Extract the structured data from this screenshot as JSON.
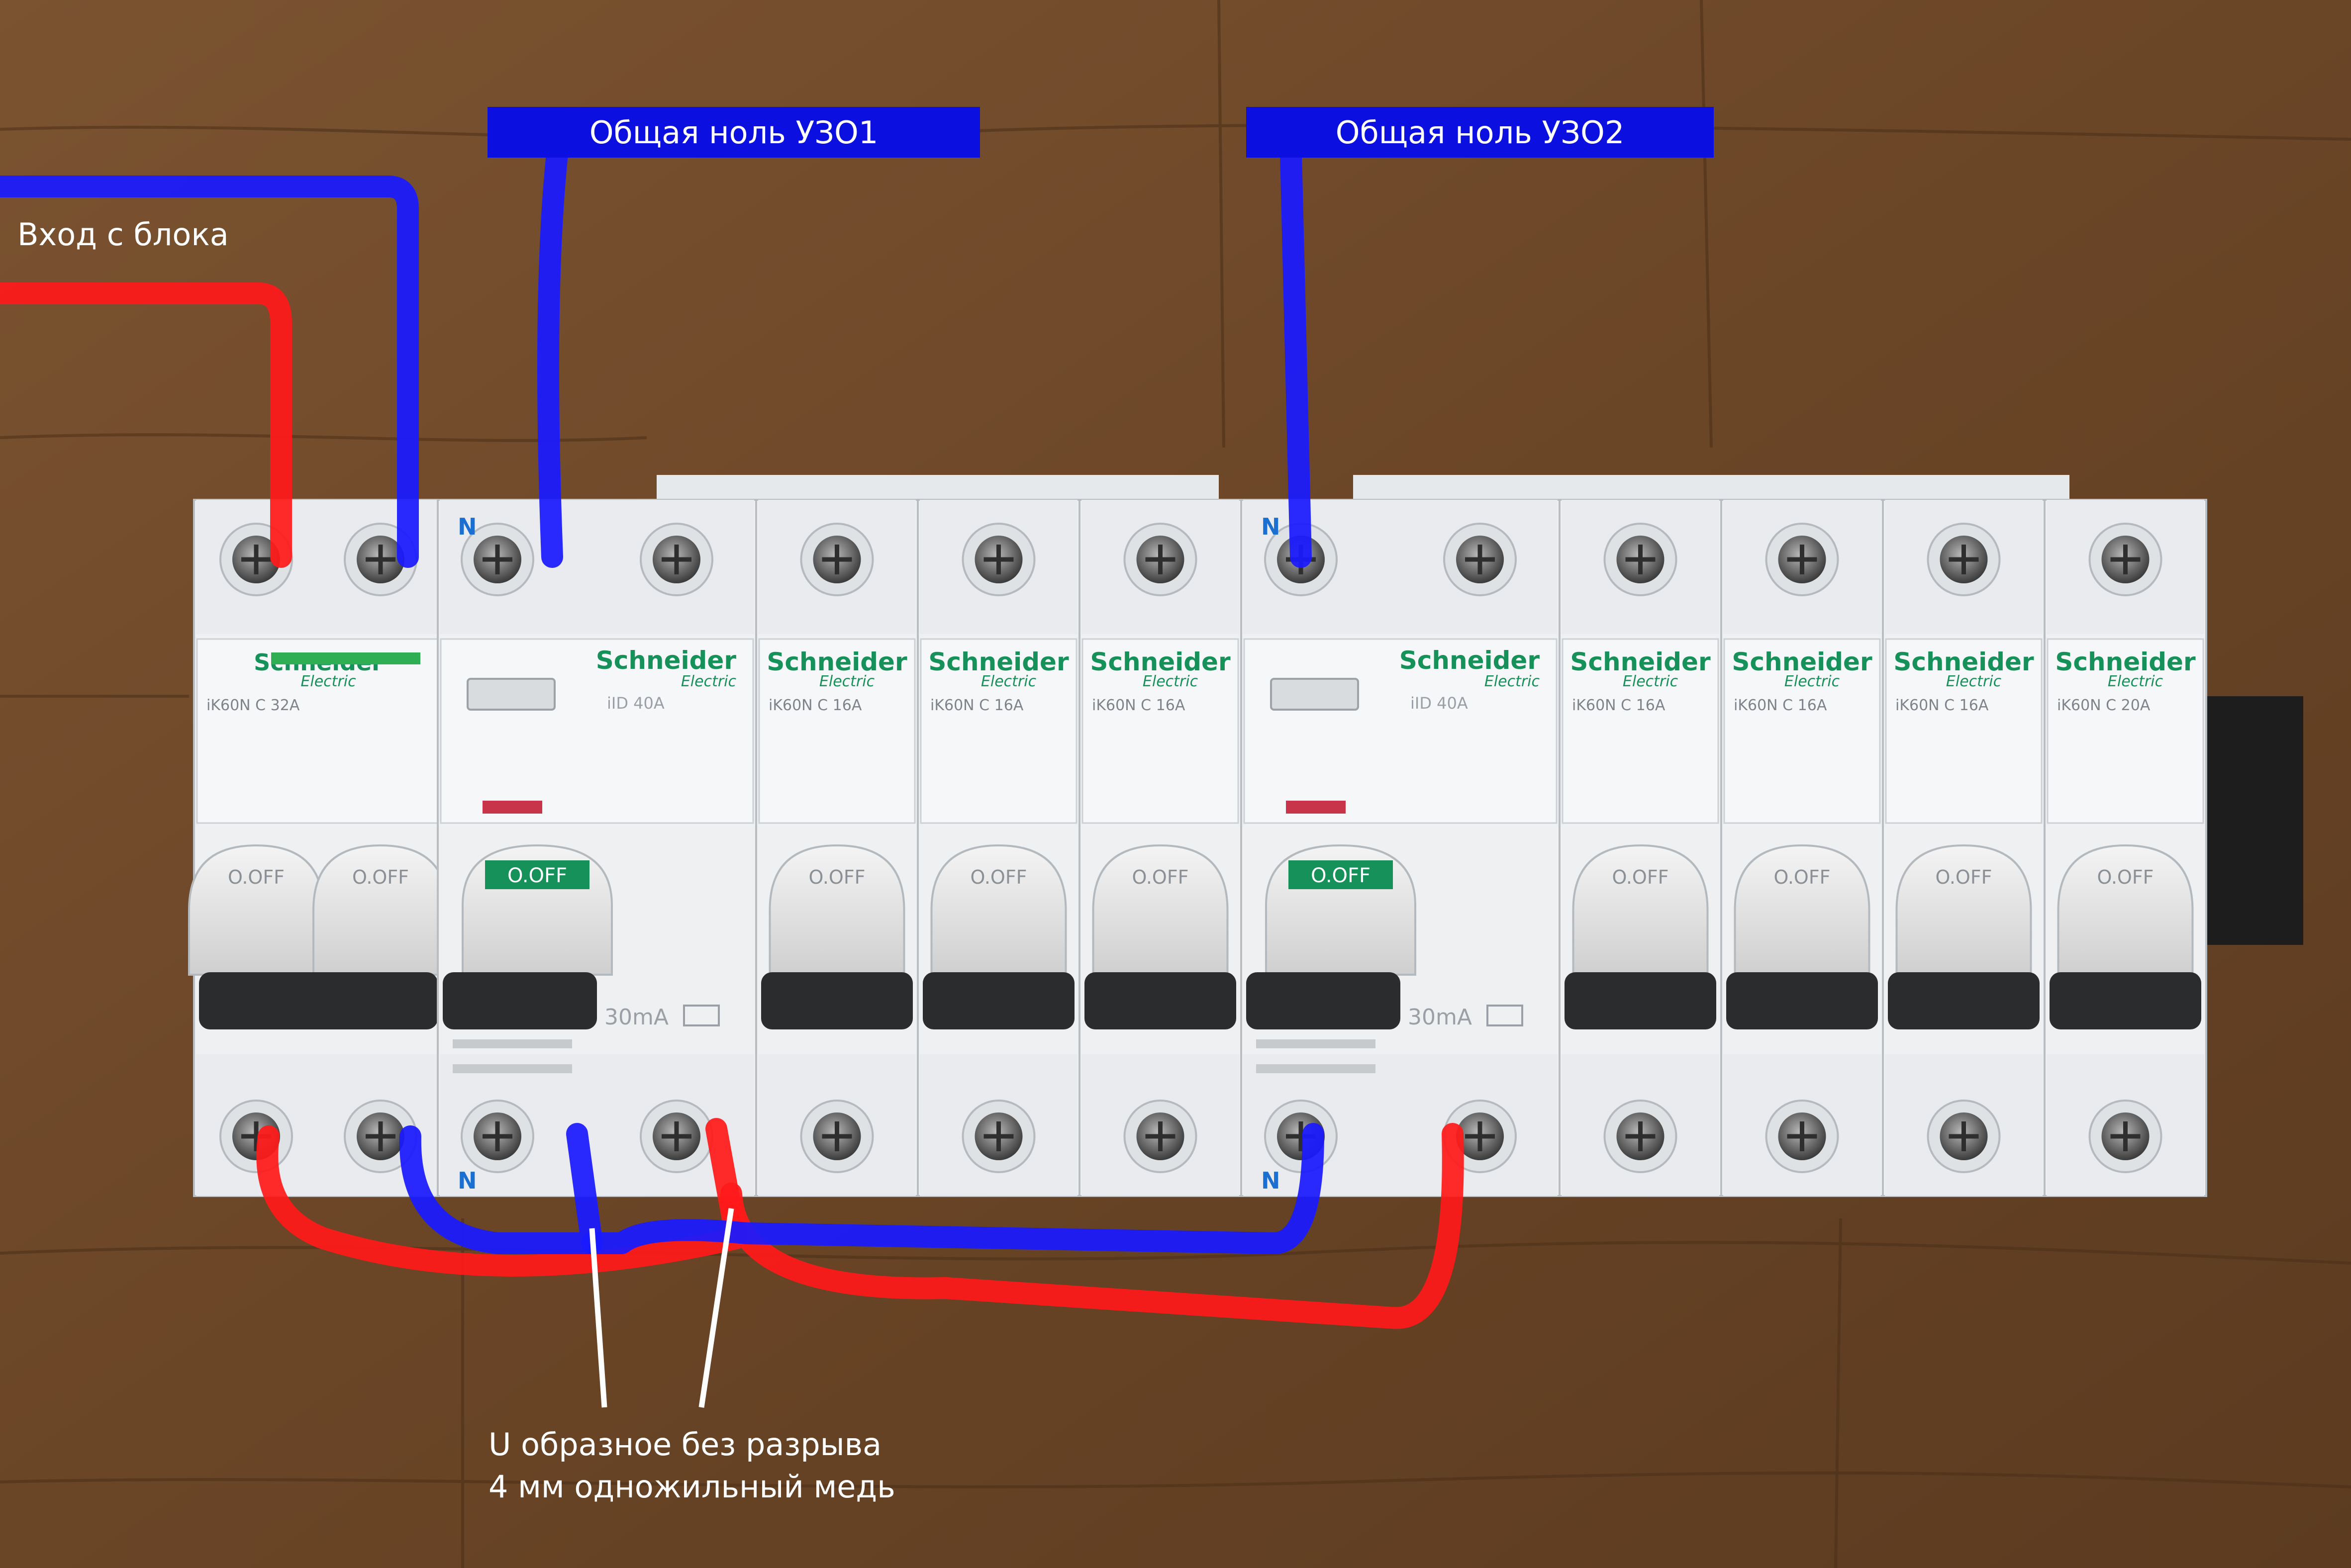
{
  "labels": {
    "neutral1": "Общая ноль УЗО1",
    "neutral2": "Общая ноль УЗО2",
    "input": "Вход с блока",
    "note_line1": "U образное без разрыва",
    "note_line2": "4 мм одножильный медь"
  },
  "panel": {
    "n_mark": "N",
    "brand": "Schneider",
    "brand_sub": "Electric",
    "off_label": "O.OFF",
    "rcd_sensitivity": "30mA",
    "modules": [
      {
        "model": "iK60N",
        "rating": "C 32A"
      },
      {
        "model": "iID",
        "rating": "40A"
      },
      {
        "model": "iK60N",
        "rating": "C 16A"
      },
      {
        "model": "iK60N",
        "rating": "C 16A"
      },
      {
        "model": "iK60N",
        "rating": "C 16A"
      },
      {
        "model": "iID",
        "rating": "40A"
      },
      {
        "model": "iK60N",
        "rating": "C 16A"
      },
      {
        "model": "iK60N",
        "rating": "C 16A"
      },
      {
        "model": "iK60N",
        "rating": "C 16A"
      },
      {
        "model": "iK60N",
        "rating": "C 20A"
      }
    ]
  },
  "colors": {
    "wire_neutral": "#1a1aff",
    "wire_phase": "#ff1a1a",
    "label_bg": "#0b10e0",
    "brand_green": "#17915a",
    "wood": "#6d4a2a"
  }
}
